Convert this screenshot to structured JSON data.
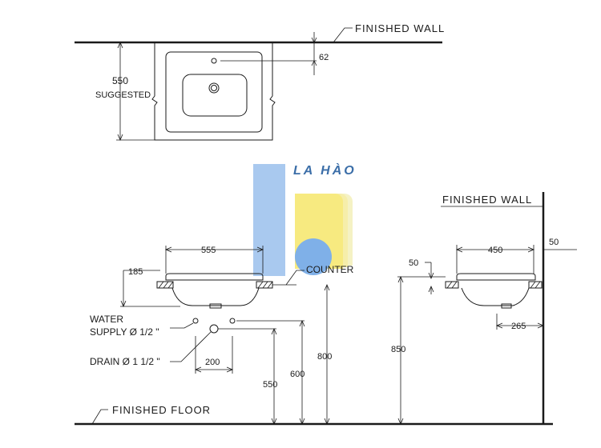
{
  "labels": {
    "finished_wall_top": "FINISHED  WALL",
    "finished_wall_right": "FINISHED  WALL",
    "finished_floor": "FINISHED  FLOOR",
    "counter": "COUNTER",
    "suggested_value": "550",
    "suggested_text": "SUGGESTED",
    "water_supply_line1": "WATER",
    "water_supply_line2": "SUPPLY Ø 1/2 \"",
    "drain": "DRAIN Ø 1 1/2 \""
  },
  "dimensions": {
    "tap_hole_offset": "62",
    "width_front": "555",
    "rim_height": "185",
    "counter_height": "800",
    "supply_height": "600",
    "drain_height": "550",
    "drain_offset": "200",
    "side_height": "850",
    "side_depth": "450",
    "side_wall_gap": "50",
    "side_rim": "50",
    "side_drain_offset": "265"
  },
  "logo": {
    "text": "LA HÀO",
    "colors": {
      "blue": "#a9c9ef",
      "yellow": "#f7f0a0",
      "circle": "#7fb0e8"
    }
  }
}
